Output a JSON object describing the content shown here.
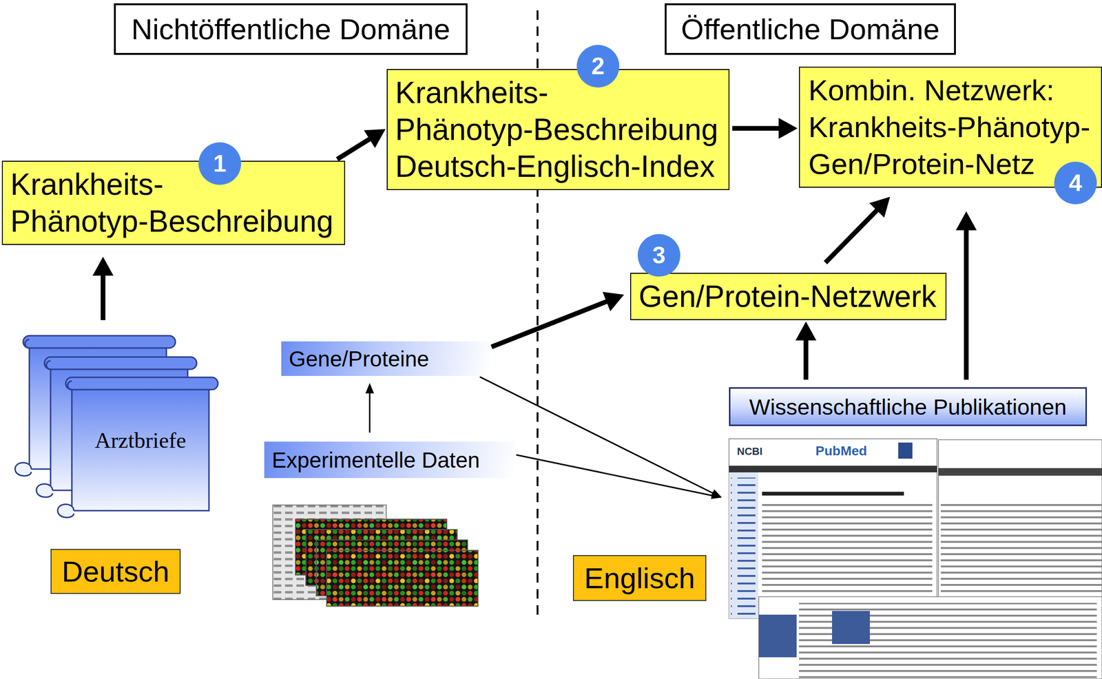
{
  "diagram": {
    "nodes": [
      {
        "text": [
          "Nichtöffentliche Domäne"
        ]
      },
      {
        "text": [
          "Öffentliche Domäne"
        ]
      },
      {
        "text": [
          "Krankheits- Phänotyp-Beschreibung Deutsch-Englisch-Index"
        ]
      },
      {
        "text": [
          "Kombin. Netzwerk: Krankheits-Phänotyp- Gen/Protein-Netz"
        ]
      },
      {
        "text": [
          "Krankheits- Phänotyp-Beschreibung"
        ]
      },
      {
        "text": [
          "Gen/Protein-Netzwerk"
        ]
      },
      {
        "text": [
          "Gene/Proteine"
        ]
      },
      {
        "text": [
          "Arztbriefe"
        ]
      },
      {
        "text": [
          "Wissenschaftliche Publikationen"
        ]
      },
      {
        "text": [
          "Experimentelle Daten"
        ]
      },
      {
        "text": [
          "Deutsch"
        ]
      },
      {
        "text": [
          "Englisch"
        ]
      }
    ],
    "edges": [
      {
        "from": 7,
        "to": 4,
        "arrow": "to"
      },
      {
        "from": 4,
        "to": 2,
        "arrow": "to"
      },
      {
        "from": 2,
        "to": 3,
        "arrow": "to"
      },
      {
        "from": 6,
        "to": 5,
        "arrow": "to"
      },
      {
        "from": 9,
        "to": 6,
        "arrow": "to"
      },
      {
        "from": 5,
        "to": 3,
        "arrow": "to"
      },
      {
        "from": 8,
        "to": 5,
        "arrow": "to"
      },
      {
        "from": 8,
        "to": 3,
        "arrow": "to"
      }
    ],
    "labels": [
      "1",
      "2",
      "3",
      "4",
      "NCBI",
      "PubMed"
    ]
  }
}
